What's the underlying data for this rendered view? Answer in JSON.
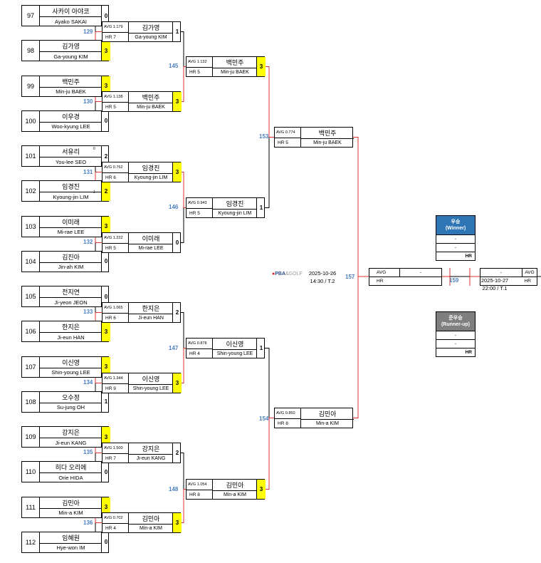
{
  "r1": [
    {
      "seed": "97",
      "ko": "사카이 아야코",
      "en": "Ayako SAKAI",
      "score": "0",
      "win": false
    },
    {
      "seed": "98",
      "ko": "김가영",
      "en": "Ga-young KIM",
      "score": "3",
      "win": true
    },
    {
      "seed": "99",
      "ko": "백민주",
      "en": "Min-ju BAEK",
      "score": "3",
      "win": true
    },
    {
      "seed": "100",
      "ko": "이우경",
      "en": "Woo-kyung LEE",
      "score": "0",
      "win": false
    },
    {
      "seed": "101",
      "ko": "서유리",
      "en": "You-lee SEO",
      "score": "2",
      "win": false
    },
    {
      "seed": "102",
      "ko": "임경진",
      "en": "Kyoung-jin LIM",
      "score": "2",
      "win": true
    },
    {
      "seed": "103",
      "ko": "이미래",
      "en": "Mi-rae LEE",
      "score": "3",
      "win": true
    },
    {
      "seed": "104",
      "ko": "김진아",
      "en": "Jin-ah KIM",
      "score": "0",
      "win": false
    },
    {
      "seed": "105",
      "ko": "전지연",
      "en": "Ji-yeon JEON",
      "score": "0",
      "win": false
    },
    {
      "seed": "106",
      "ko": "한지은",
      "en": "Ji-eun HAN",
      "score": "3",
      "win": true
    },
    {
      "seed": "107",
      "ko": "이신영",
      "en": "Shin-young LEE",
      "score": "3",
      "win": true
    },
    {
      "seed": "108",
      "ko": "오수정",
      "en": "Su-jung OH",
      "score": "1",
      "win": false
    },
    {
      "seed": "109",
      "ko": "강지은",
      "en": "Ji-eun KANG",
      "score": "3",
      "win": true
    },
    {
      "seed": "110",
      "ko": "히다 오리에",
      "en": "Orie HIDA",
      "score": "0",
      "win": false
    },
    {
      "seed": "111",
      "ko": "김민아",
      "en": "Min-a KIM",
      "score": "3",
      "win": true
    },
    {
      "seed": "112",
      "ko": "임혜원",
      "en": "Hye-won IM",
      "score": "0",
      "win": false
    }
  ],
  "tiebreak": {
    "top": "0",
    "bottom": "1"
  },
  "r2": [
    {
      "avg": "AVG 1.179",
      "hr": "HR 7",
      "ko": "김가영",
      "en": "Ga-young KIM",
      "score": "1",
      "win": false
    },
    {
      "avg": "AVG 1.138",
      "hr": "HR 5",
      "ko": "백민주",
      "en": "Min-ju BAEK",
      "score": "3",
      "win": true
    },
    {
      "avg": "AVG 0.762",
      "hr": "HR 6",
      "ko": "임경진",
      "en": "Kyoung-jin LIM",
      "score": "3",
      "win": true
    },
    {
      "avg": "AVG 1.222",
      "hr": "HR 5",
      "ko": "이미래",
      "en": "Mi-rae LEE",
      "score": "0",
      "win": false
    },
    {
      "avg": "AVG 1.065",
      "hr": "HR 6",
      "ko": "한지은",
      "en": "Ji-eun HAN",
      "score": "2",
      "win": false
    },
    {
      "avg": "AVG 1.344",
      "hr": "HR 9",
      "ko": "이신영",
      "en": "Shin-young LEE",
      "score": "3",
      "win": true
    },
    {
      "avg": "AVG 1.500",
      "hr": "HR 7",
      "ko": "강지은",
      "en": "Ji-eun KANG",
      "score": "2",
      "win": false
    },
    {
      "avg": "AVG 0.702",
      "hr": "HR 4",
      "ko": "김민아",
      "en": "Min-a KIM",
      "score": "3",
      "win": true
    }
  ],
  "r3": [
    {
      "avg": "AVG 1.132",
      "hr": "HR 5",
      "ko": "백민주",
      "en": "Min-ju BAEK",
      "score": "3",
      "win": true
    },
    {
      "avg": "AVG 0.943",
      "hr": "HR 5",
      "ko": "임경진",
      "en": "Kyoung-jin LIM",
      "score": "1",
      "win": false
    },
    {
      "avg": "AVG 0.878",
      "hr": "HR 4",
      "ko": "이신영",
      "en": "Shin-young LEE",
      "score": "1",
      "win": false
    },
    {
      "avg": "AVG 1.054",
      "hr": "HR 8",
      "ko": "김민아",
      "en": "Min-a KIM",
      "score": "3",
      "win": true
    }
  ],
  "r4": [
    {
      "avg": "AVG 0.774",
      "hr": "HR 5",
      "ko": "백민주",
      "en": "Min-ju BAEK"
    },
    {
      "avg": "AVG 0.850",
      "hr": "HR 8",
      "ko": "김민아",
      "en": "Min-a KIM"
    }
  ],
  "match_numbers": {
    "r1": [
      "129",
      "130",
      "131",
      "132",
      "133",
      "134",
      "135",
      "136"
    ],
    "r2": [
      "145",
      "146",
      "147",
      "148"
    ],
    "r3": [
      "153",
      "154"
    ],
    "final": "157",
    "third": "159"
  },
  "final": {
    "left": {
      "avg": "AVG",
      "name": "-",
      "hr": "HR"
    },
    "right": {
      "avg": "AVG",
      "name": "-",
      "hr": "HR"
    }
  },
  "semi_info": {
    "date": "2025-10-26",
    "time": "14:30 / T.2"
  },
  "final_info": {
    "date": "2025-10-27",
    "time": "22:00 / T.1"
  },
  "logo": {
    "main": "PBA",
    "sub": "&GOLF"
  },
  "winner_box": {
    "title": "우승",
    "subtitle": "(Winner)",
    "row1": "-",
    "row2": "-",
    "row3": "HR",
    "color": "#2e75b6"
  },
  "runnerup_box": {
    "title": "준우승",
    "subtitle": "(Runner-up)",
    "row1": "-",
    "row2": "-",
    "row3": "HR",
    "color": "#7f7f7f"
  },
  "colors": {
    "line_black": "#000000",
    "line_red": "#e03030",
    "match_num": "#4a7fbf",
    "win_score": "#ffff00"
  }
}
